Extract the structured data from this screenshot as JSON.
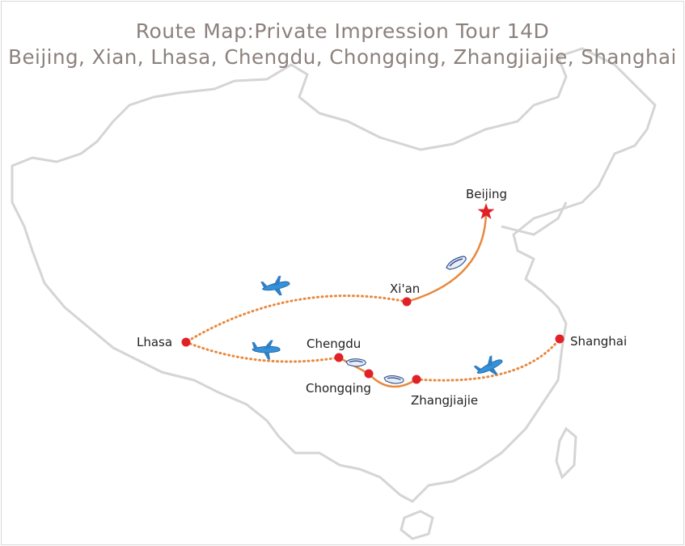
{
  "title": {
    "line1": "Route Map:Private Impression Tour 14D",
    "line2": "Beijing, Xian, Lhasa, Chengdu, Chongqing, Zhangjiajie, Shanghai"
  },
  "cities": {
    "beijing": "Beijing",
    "xian": "Xi'an",
    "lhasa": "Lhasa",
    "chengdu": "Chengdu",
    "chongqing": "Chongqing",
    "zhangjiajie": "Zhangjiajie",
    "shanghai": "Shanghai"
  },
  "colors": {
    "route": "#e8893e",
    "marker": "#e02228",
    "outline": "#d6d4d4",
    "title": "#8c817c",
    "plane": "#2f8fd8"
  },
  "legs": [
    {
      "from": "Beijing",
      "to": "Xi'an",
      "mode": "train-icon"
    },
    {
      "from": "Xi'an",
      "to": "Lhasa",
      "mode": "plane-icon"
    },
    {
      "from": "Lhasa",
      "to": "Chengdu",
      "mode": "plane-icon"
    },
    {
      "from": "Chengdu",
      "to": "Chongqing",
      "mode": "train-icon"
    },
    {
      "from": "Chongqing",
      "to": "Zhangjiajie",
      "mode": "train-icon"
    },
    {
      "from": "Zhangjiajie",
      "to": "Shanghai",
      "mode": "plane-icon"
    }
  ]
}
